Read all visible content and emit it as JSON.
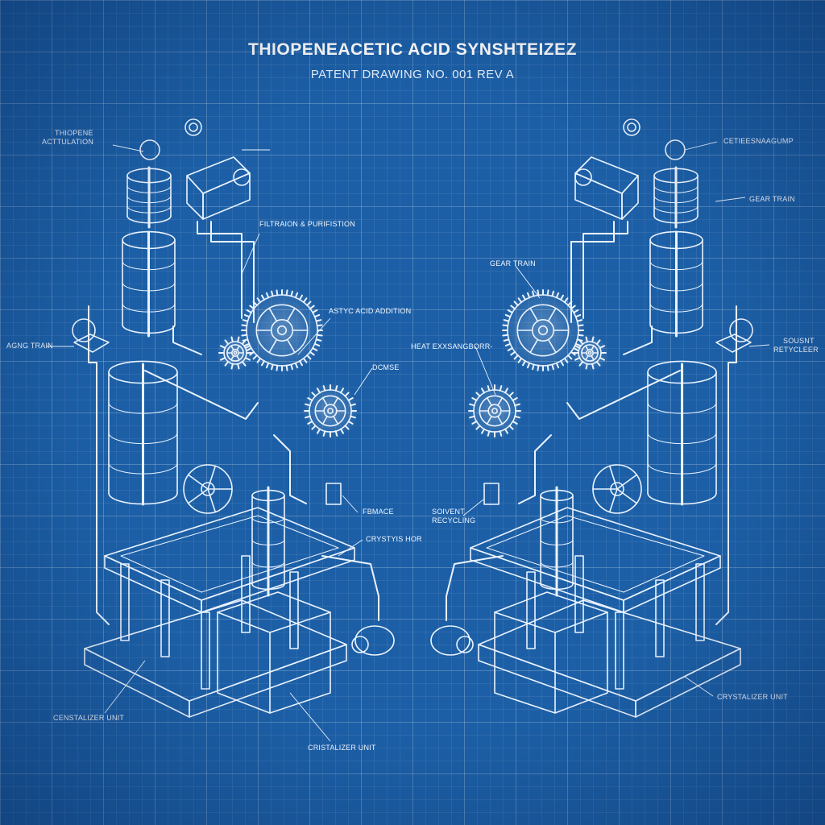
{
  "header": {
    "title": "THIOPENEACETIC ACID SYNSHTEIZEZ",
    "subtitle": "PATENT DRAWING NO. 001    REV A"
  },
  "labels": {
    "thiophene_actuation_line1": "THIOPENE",
    "thiophene_actuation_line2": "ACTTULATION",
    "filtration_purification": "FILTRAION & PURIFISTION",
    "acetic_acid_addition": "ASTYC ACID ADDITION",
    "agng_train": "AGNG TRAIN",
    "dcmse": "DCMSE",
    "fbmace": "FBMACE",
    "crystalizer_hor": "CRYSTYIS HOR",
    "censtalizer_unit": "CENSTALIZER UNIT",
    "cristalizer_unit_bottom": "CRISTALIZER UNIT",
    "cetieesnaagump": "CETIEESNAAGUMP",
    "gear_train_right": "GEAR TRAIN",
    "gear_train_center": "GEAR TRAIN",
    "heat_exchanger": "HEAT EXXSANGBORR-",
    "sousnt_line1": "SOUSNT",
    "sousnt_line2": "RETYCLEER",
    "solvent_line1": "SOIVENT",
    "solvent_line2": "RECYCLING",
    "crystalizer_unit_right": "CRYSTALIZER UNIT"
  },
  "colors": {
    "background": "#1c5fa6",
    "line": "#eaf3ff"
  }
}
